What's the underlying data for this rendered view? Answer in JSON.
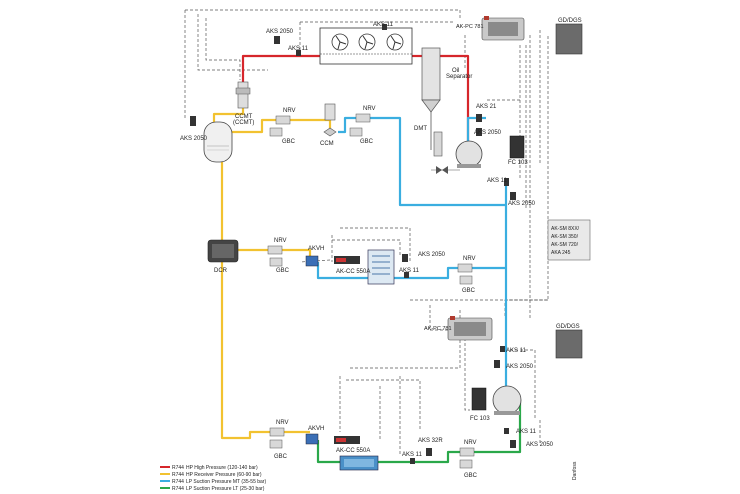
{
  "colors": {
    "hp_high": "#d6262b",
    "hp_receiver": "#f2c230",
    "lp_mt": "#3aaee0",
    "lp_lt": "#2aa84a",
    "dashed": "#555555",
    "equipment": "#6b6b6b"
  },
  "labels": {
    "aks2050_top": "AKS 2050",
    "aks11_top": "AKS 11",
    "aks11_top2": "AKS 11",
    "akpc781_top": "AK-PC 781",
    "gd_dgs_top": "GD/DGS",
    "aks2050_left": "AKS 2050",
    "ccmt": "CCMT",
    "ccmt_paren": "(CCMT)",
    "nrv1": "NRV",
    "gbc1": "GBC",
    "ccm": "CCM",
    "nrv2": "NRV",
    "gbc2": "GBC",
    "oil_separator_1": "Oil",
    "oil_separator_2": "Separator",
    "dmt": "DMT",
    "aks21": "AKS 21",
    "aks2050_mid": "AKS 2050",
    "fc103_top": "FC 103",
    "aks11_mid": "AKS 11",
    "aks2050_mid2": "AKS 2050",
    "aksm_1": "AK-SM 8XX/",
    "aksm_2": "AK-SM 350/",
    "aksm_3": "AK-SM 720/",
    "aksm_4": "AKA 245",
    "dcr": "DCR",
    "nrv3": "NRV",
    "gbc3": "GBC",
    "akvh1": "AKVH",
    "akcc550a_1": "AK-CC 550A",
    "aks2050_case": "AKS 2050",
    "aks11_case": "AKS 11",
    "nrv4": "NRV",
    "gbc4": "GBC",
    "akpc781_mid": "AK-PC 781",
    "gd_dgs_mid": "GD/DGS",
    "aks11_lt": "AKS 11",
    "aks2050_lt": "AKS 2050",
    "fc103_lt": "FC 103",
    "aks11_lt2": "AKS 11",
    "aks2050_lt2": "AKS 2050",
    "nrv5": "NRV",
    "gbc5": "GBC",
    "akvh2": "AKVH",
    "akcc550a_2": "AK-CC 550A",
    "aks32r": "AKS 32R",
    "nrv6": "NRV",
    "gbc6": "GBC",
    "aks11_bottom": "AKS 11"
  },
  "legend": [
    {
      "tag": "R744",
      "text": "HP High Pressure (120-140 bar)",
      "color_key": "hp_high"
    },
    {
      "tag": "R744",
      "text": "HP Receiver Pressure (60-90 bar)",
      "color_key": "hp_receiver"
    },
    {
      "tag": "R744",
      "text": "LP Suction Pressure MT (35-55 bar)",
      "color_key": "lp_mt"
    },
    {
      "tag": "R744",
      "text": "LP Suction Pressure LT (25-30 bar)",
      "color_key": "lp_lt"
    }
  ],
  "side_note": "Danfoss"
}
